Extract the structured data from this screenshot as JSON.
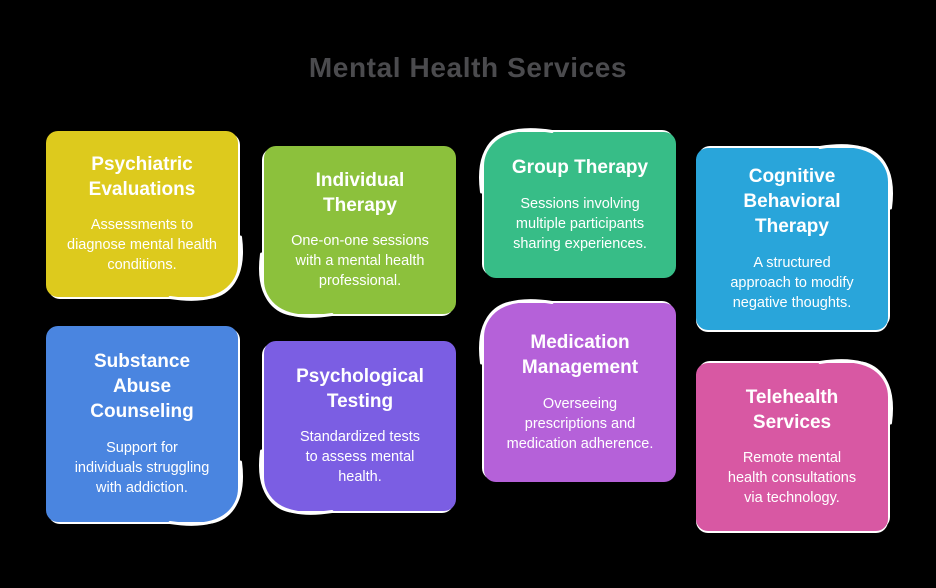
{
  "title": "Mental Health Services",
  "title_color": "#4b4b4e",
  "background": "#000000",
  "cards": [
    {
      "id": "psychiatric-evaluations",
      "title": "Psychiatric Evaluations",
      "body": "Assessments to diagnose mental health conditions.",
      "color": "#ddca1d",
      "fold": "bottom-right"
    },
    {
      "id": "individual-therapy",
      "title": "Individual Therapy",
      "body": "One-on-one sessions with a mental health professional.",
      "color": "#8cc13c",
      "fold": "bottom-left"
    },
    {
      "id": "group-therapy",
      "title": "Group Therapy",
      "body": "Sessions involving multiple participants sharing experiences.",
      "color": "#37bd87",
      "fold": "top-left"
    },
    {
      "id": "cognitive-behavioral-therapy",
      "title": "Cognitive Behavioral Therapy",
      "body": "A structured approach to modify negative thoughts.",
      "color": "#29a5da",
      "fold": "top-right"
    },
    {
      "id": "substance-abuse-counseling",
      "title": "Substance Abuse Counseling",
      "body": "Support for individuals struggling with addiction.",
      "color": "#4a85e0",
      "fold": "bottom-right"
    },
    {
      "id": "psychological-testing",
      "title": "Psychological Testing",
      "body": "Standardized tests to assess mental health.",
      "color": "#7b5ee3",
      "fold": "bottom-left"
    },
    {
      "id": "medication-management",
      "title": "Medication Management",
      "body": "Overseeing prescriptions and medication adherence.",
      "color": "#b561d9",
      "fold": "top-left"
    },
    {
      "id": "telehealth-services",
      "title": "Telehealth Services",
      "body": "Remote mental health consultations via technology.",
      "color": "#d858a3",
      "fold": "top-right"
    }
  ]
}
